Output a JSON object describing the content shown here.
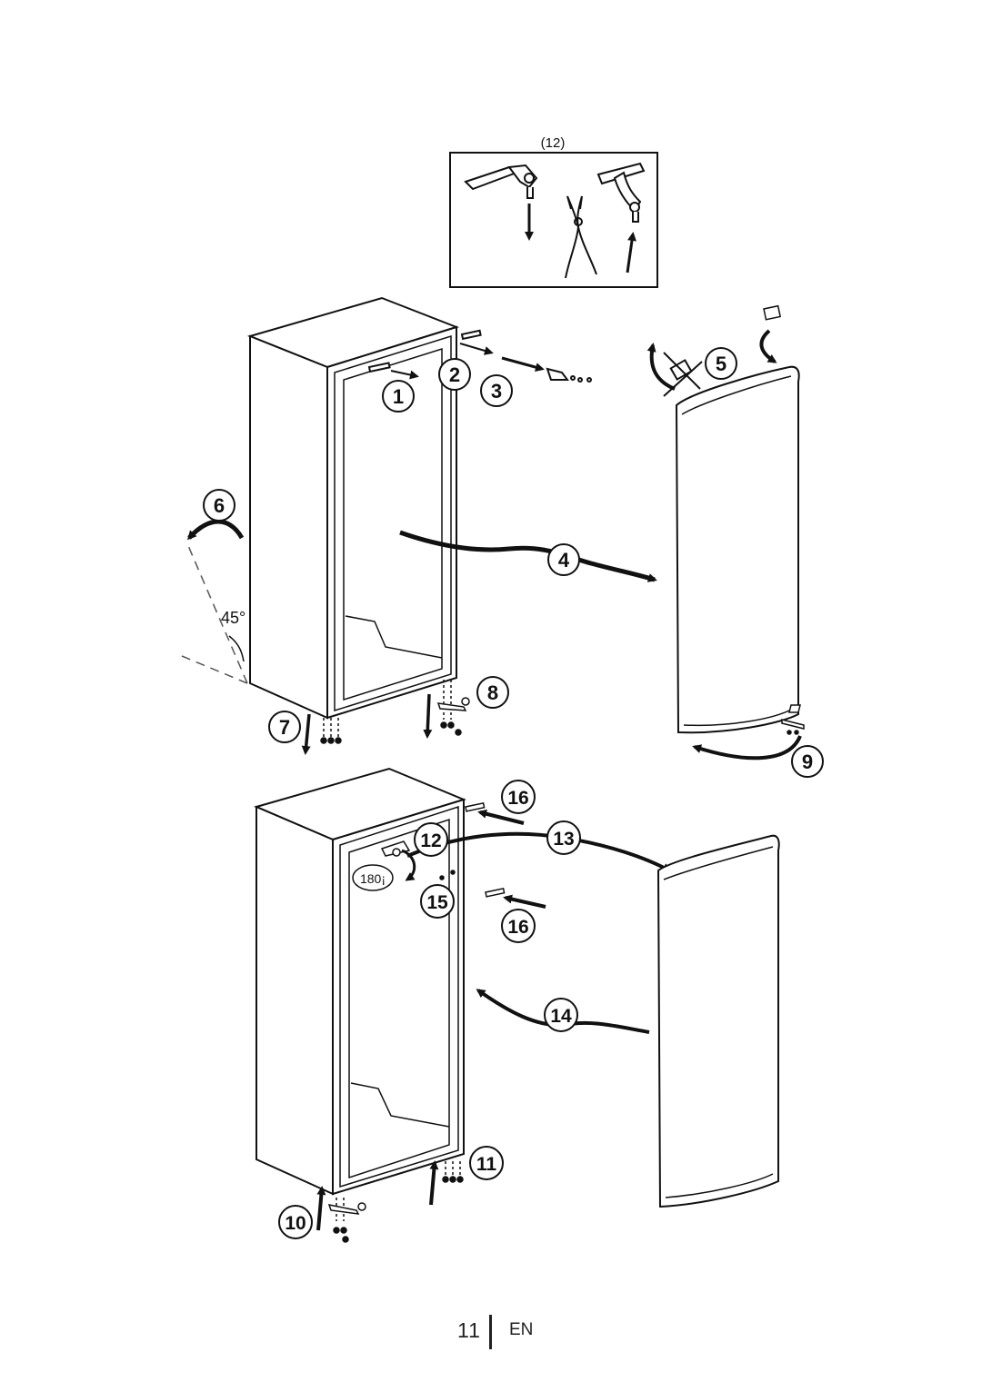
{
  "steps": {
    "s1": "1",
    "s2": "2",
    "s3": "3",
    "s4": "4",
    "s5": "5",
    "s6": "6",
    "s7": "7",
    "s8": "8",
    "s9": "9",
    "s10": "10",
    "s11": "11",
    "s12": "12",
    "s13": "13",
    "s14": "14",
    "s15": "15",
    "s16a": "16",
    "s16b": "16"
  },
  "inset_label": "(12)",
  "angle_label": "45°",
  "rotation_label": "180¡",
  "footer": {
    "page_number": "11",
    "language": "EN"
  },
  "colors": {
    "ink": "#111111",
    "fill": "#ffffff",
    "guide": "#555555"
  }
}
